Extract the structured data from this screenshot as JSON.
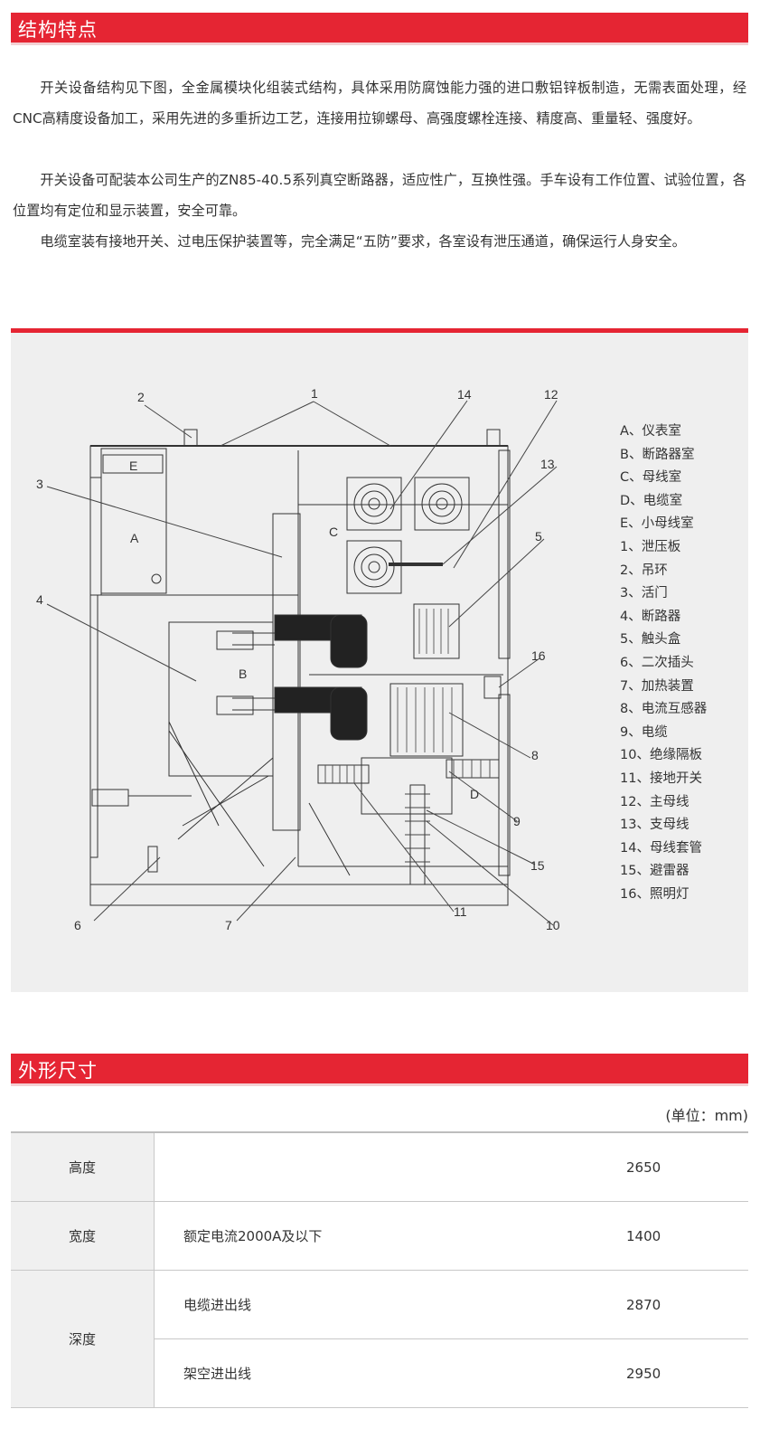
{
  "section1": {
    "title": "结构特点"
  },
  "paragraphs": [
    "开关设备结构见下图，全金属模块化组装式结构，具体采用防腐蚀能力强的进口敷铝锌板制造，无需表面处理，经CNC高精度设备加工，采用先进的多重折边工艺，连接用拉铆螺母、高强度螺栓连接、精度高、重量轻、强度好。",
    "开关设备可配装本公司生产的ZN85-40.5系列真空断路器，适应性广，互换性强。手车设有工作位置、试验位置，各位置均有定位和显示装置，安全可靠。",
    "电缆室装有接地开关、过电压保护装置等，完全满足“五防”要求，各室设有泄压通道，确保运行人身安全。"
  ],
  "diagram": {
    "callouts": [
      "1",
      "2",
      "3",
      "4",
      "5",
      "6",
      "7",
      "8",
      "9",
      "10",
      "11",
      "12",
      "13",
      "14",
      "15",
      "16"
    ],
    "rooms": [
      "A",
      "B",
      "C",
      "D",
      "E"
    ],
    "legend": [
      "A、仪表室",
      "B、断路器室",
      "C、母线室",
      "D、电缆室",
      "E、小母线室",
      "1、泄压板",
      "2、吊环",
      "3、活门",
      "4、断路器",
      "5、触头盒",
      "6、二次插头",
      "7、加热装置",
      "8、电流互感器",
      "9、电缆",
      "10、绝缘隔板",
      "11、接地开关",
      "12、主母线",
      "13、支母线",
      "14、母线套管",
      "15、避雷器",
      "16、照明灯"
    ]
  },
  "section2": {
    "title": "外形尺寸"
  },
  "unit": "(单位：mm)",
  "dimensions": {
    "height": {
      "label": "高度",
      "value": "2650"
    },
    "width": {
      "label": "宽度",
      "condition": "额定电流2000A及以下",
      "value": "1400"
    },
    "depth": {
      "label": "深度",
      "rows": [
        {
          "condition": "电缆进出线",
          "value": "2870"
        },
        {
          "condition": "架空进出线",
          "value": "2950"
        }
      ]
    }
  }
}
